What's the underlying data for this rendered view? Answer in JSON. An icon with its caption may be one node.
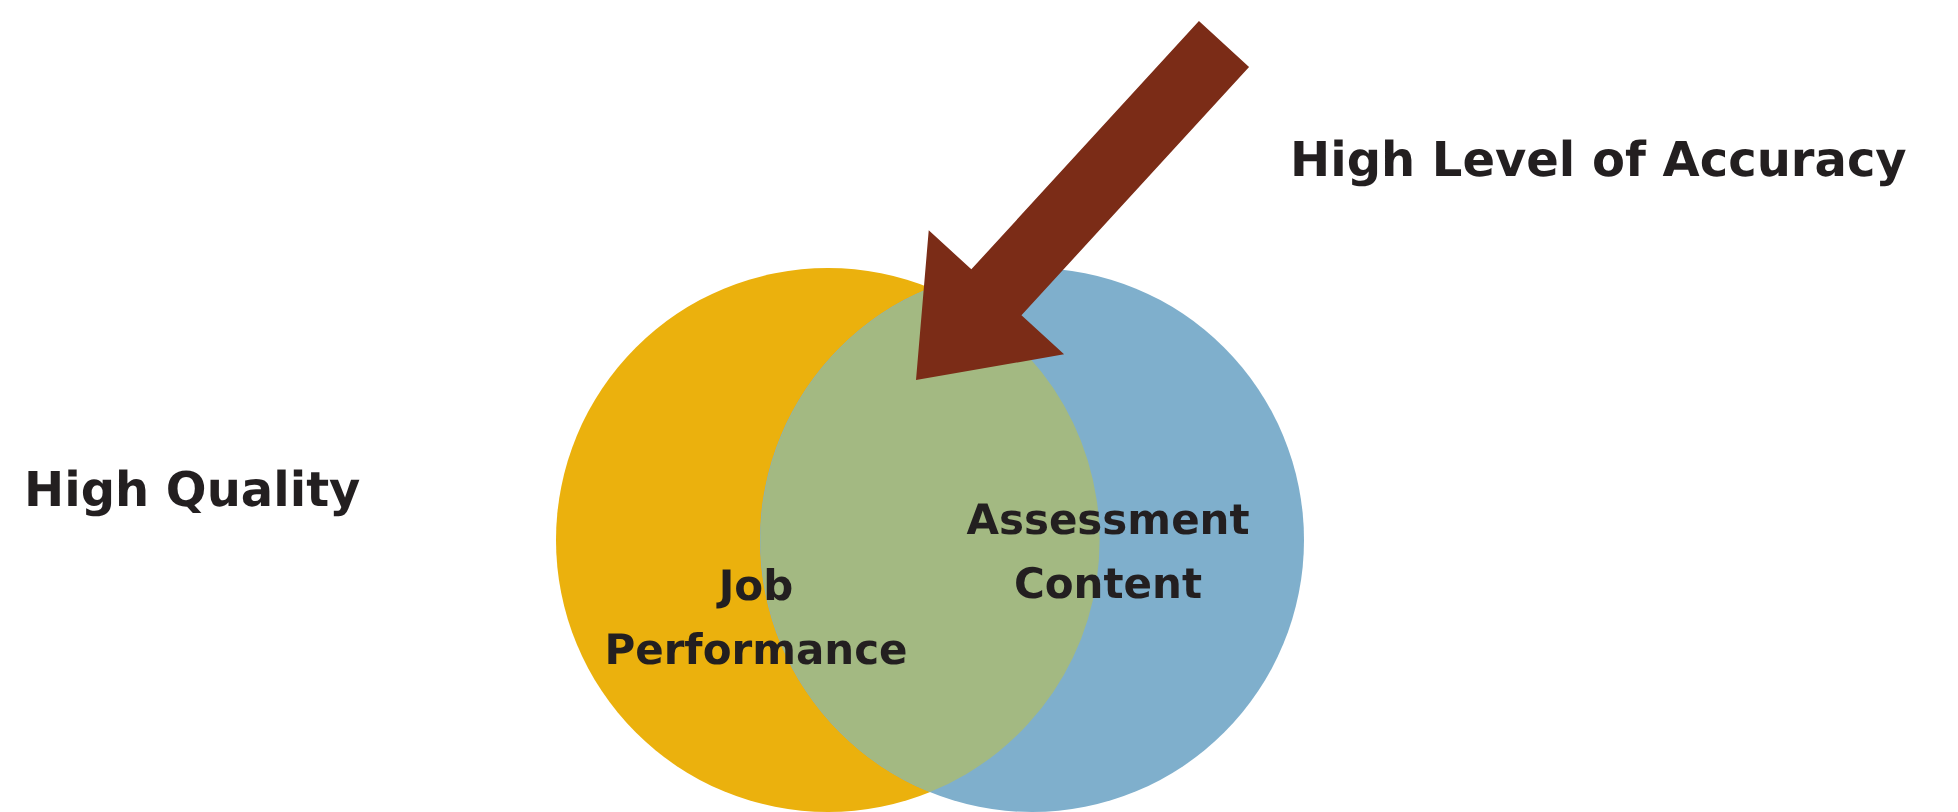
{
  "diagram": {
    "nodes": [
      {
        "text": [
          "Job Performance"
        ]
      },
      {
        "text": [
          "Assessment Content"
        ]
      },
      {
        "text": [],
        "shape": "lens"
      }
    ],
    "edges": [
      {
        "from": null,
        "to": 2,
        "arrow": "to",
        "style": "thick",
        "color": "#7b2c17"
      }
    ],
    "labels": [
      "High Level of Accuracy",
      "High Quality"
    ]
  }
}
